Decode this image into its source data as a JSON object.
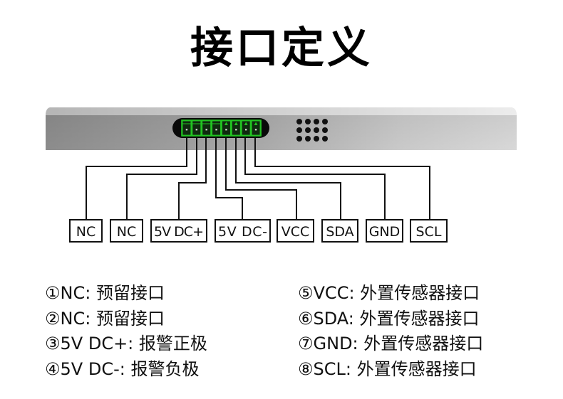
{
  "title": "接口定义",
  "device": {
    "connector_pin_count": 8,
    "speaker_grille": {
      "rows": 3,
      "cols": 4
    },
    "colors": {
      "connector_green": "#22c322",
      "connector_housing": "#0a0a0a",
      "body_dark": "#8a8a8a",
      "body_light": "#d6d6d6"
    }
  },
  "pins": [
    {
      "index": 1,
      "label": "NC"
    },
    {
      "index": 2,
      "label": "NC"
    },
    {
      "index": 3,
      "label": "5V DC+"
    },
    {
      "index": 4,
      "label": "5V DC-"
    },
    {
      "index": 5,
      "label": "VCC"
    },
    {
      "index": 6,
      "label": "SDA"
    },
    {
      "index": 7,
      "label": "GND"
    },
    {
      "index": 8,
      "label": "SCL"
    }
  ],
  "legend": [
    {
      "marker": "①",
      "name": "NC",
      "desc": "预留接口"
    },
    {
      "marker": "②",
      "name": "NC",
      "desc": "预留接口"
    },
    {
      "marker": "③",
      "name": "5V DC+",
      "desc": "报警正极"
    },
    {
      "marker": "④",
      "name": "5V DC-",
      "desc": "报警负极"
    },
    {
      "marker": "⑤",
      "name": "VCC",
      "desc": "外置传感器接口"
    },
    {
      "marker": "⑥",
      "name": "SDA",
      "desc": "外置传感器接口"
    },
    {
      "marker": "⑦",
      "name": "GND",
      "desc": "外置传感器接口"
    },
    {
      "marker": "⑧",
      "name": "SCL",
      "desc": "外置传感器接口"
    }
  ],
  "legend_text": [
    "①NC: 预留接口",
    "②NC: 预留接口",
    "③5V DC+: 报警正极",
    "④5V DC-: 报警负极",
    "⑤VCC: 外置传感器接口",
    "⑥SDA: 外置传感器接口",
    "⑦GND: 外置传感器接口",
    "⑧SCL: 外置传感器接口"
  ]
}
